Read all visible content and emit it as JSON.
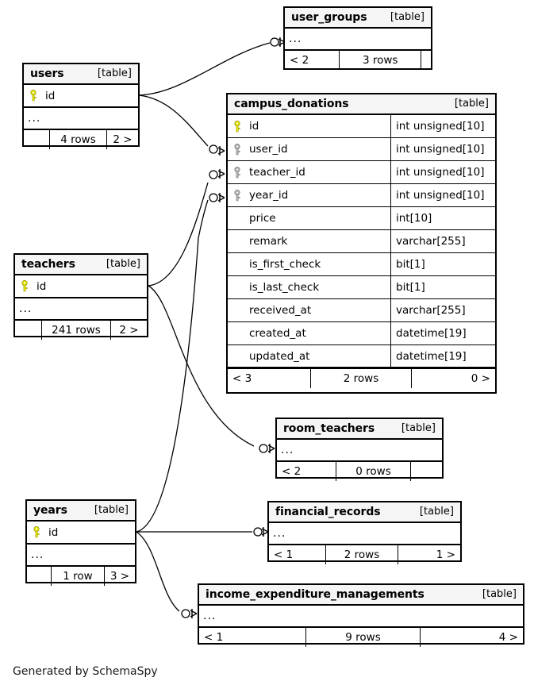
{
  "diagram": {
    "generator_credit": "Generated by SchemaSpy",
    "table_tag": "[table]",
    "ellipsis": "...",
    "colors": {
      "primary_key": "#e8e800",
      "foreign_key": "#b0b0b0",
      "header_background": "#f5f5f5",
      "border": "#000000",
      "background": "#ffffff"
    }
  },
  "tables": [
    {
      "id": "user_groups",
      "name": "user_groups",
      "tag": "[table]",
      "has_ellipsis": true,
      "columns": [],
      "footer": {
        "left": "< 2",
        "center": "3 rows",
        "right": ""
      }
    },
    {
      "id": "users",
      "name": "users",
      "tag": "[table]",
      "has_ellipsis": true,
      "columns": [
        {
          "name": "id",
          "type": "",
          "key": "primary"
        }
      ],
      "footer": {
        "left": "",
        "center": "4 rows",
        "right": "2 >"
      }
    },
    {
      "id": "campus_donations",
      "name": "campus_donations",
      "tag": "[table]",
      "has_ellipsis": false,
      "columns": [
        {
          "name": "id",
          "type": "int unsigned[10]",
          "key": "primary"
        },
        {
          "name": "user_id",
          "type": "int unsigned[10]",
          "key": "foreign"
        },
        {
          "name": "teacher_id",
          "type": "int unsigned[10]",
          "key": "foreign"
        },
        {
          "name": "year_id",
          "type": "int unsigned[10]",
          "key": "foreign"
        },
        {
          "name": "price",
          "type": "int[10]",
          "key": "none"
        },
        {
          "name": "remark",
          "type": "varchar[255]",
          "key": "none"
        },
        {
          "name": "is_first_check",
          "type": "bit[1]",
          "key": "none"
        },
        {
          "name": "is_last_check",
          "type": "bit[1]",
          "key": "none"
        },
        {
          "name": "received_at",
          "type": "varchar[255]",
          "key": "none"
        },
        {
          "name": "created_at",
          "type": "datetime[19]",
          "key": "none"
        },
        {
          "name": "updated_at",
          "type": "datetime[19]",
          "key": "none"
        }
      ],
      "footer": {
        "left": "< 3",
        "center": "2 rows",
        "right": "0 >"
      }
    },
    {
      "id": "teachers",
      "name": "teachers",
      "tag": "[table]",
      "has_ellipsis": true,
      "columns": [
        {
          "name": "id",
          "type": "",
          "key": "primary"
        }
      ],
      "footer": {
        "left": "",
        "center": "241 rows",
        "right": "2 >"
      }
    },
    {
      "id": "room_teachers",
      "name": "room_teachers",
      "tag": "[table]",
      "has_ellipsis": true,
      "columns": [],
      "footer": {
        "left": "< 2",
        "center": "0 rows",
        "right": ""
      }
    },
    {
      "id": "years",
      "name": "years",
      "tag": "[table]",
      "has_ellipsis": true,
      "columns": [
        {
          "name": "id",
          "type": "",
          "key": "primary"
        }
      ],
      "footer": {
        "left": "",
        "center": "1 row",
        "right": "3 >"
      }
    },
    {
      "id": "financial_records",
      "name": "financial_records",
      "tag": "[table]",
      "has_ellipsis": true,
      "columns": [],
      "footer": {
        "left": "< 1",
        "center": "2 rows",
        "right": "1 >"
      }
    },
    {
      "id": "income_expenditure_managements",
      "name": "income_expenditure_managements",
      "tag": "[table]",
      "has_ellipsis": true,
      "columns": [],
      "footer": {
        "left": "< 1",
        "center": "9 rows",
        "right": "4 >"
      }
    }
  ],
  "relationships": [
    {
      "from": "users",
      "to": "user_groups",
      "cardinality": "zero-or-more"
    },
    {
      "from": "users",
      "to": "campus_donations.user_id",
      "cardinality": "zero-or-more"
    },
    {
      "from": "teachers",
      "to": "campus_donations.teacher_id",
      "cardinality": "zero-or-more"
    },
    {
      "from": "teachers",
      "to": "room_teachers",
      "cardinality": "zero-or-more"
    },
    {
      "from": "years",
      "to": "campus_donations.year_id",
      "cardinality": "zero-or-more"
    },
    {
      "from": "years",
      "to": "financial_records",
      "cardinality": "zero-or-more"
    },
    {
      "from": "years",
      "to": "income_expenditure_managements",
      "cardinality": "zero-or-more"
    }
  ]
}
